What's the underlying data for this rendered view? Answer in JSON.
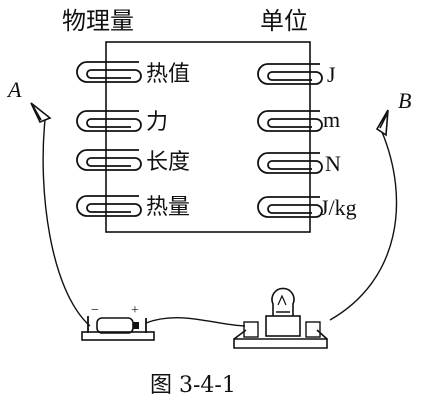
{
  "headers": {
    "left": "物理量",
    "right": "单位"
  },
  "quantities": [
    "热值",
    "力",
    "长度",
    "热量"
  ],
  "units": [
    "J",
    "m",
    "N",
    "J/kg"
  ],
  "probes": {
    "a": "A",
    "b": "B"
  },
  "battery": {
    "minus": "−",
    "plus": "+"
  },
  "caption": "图 3-4-1"
}
